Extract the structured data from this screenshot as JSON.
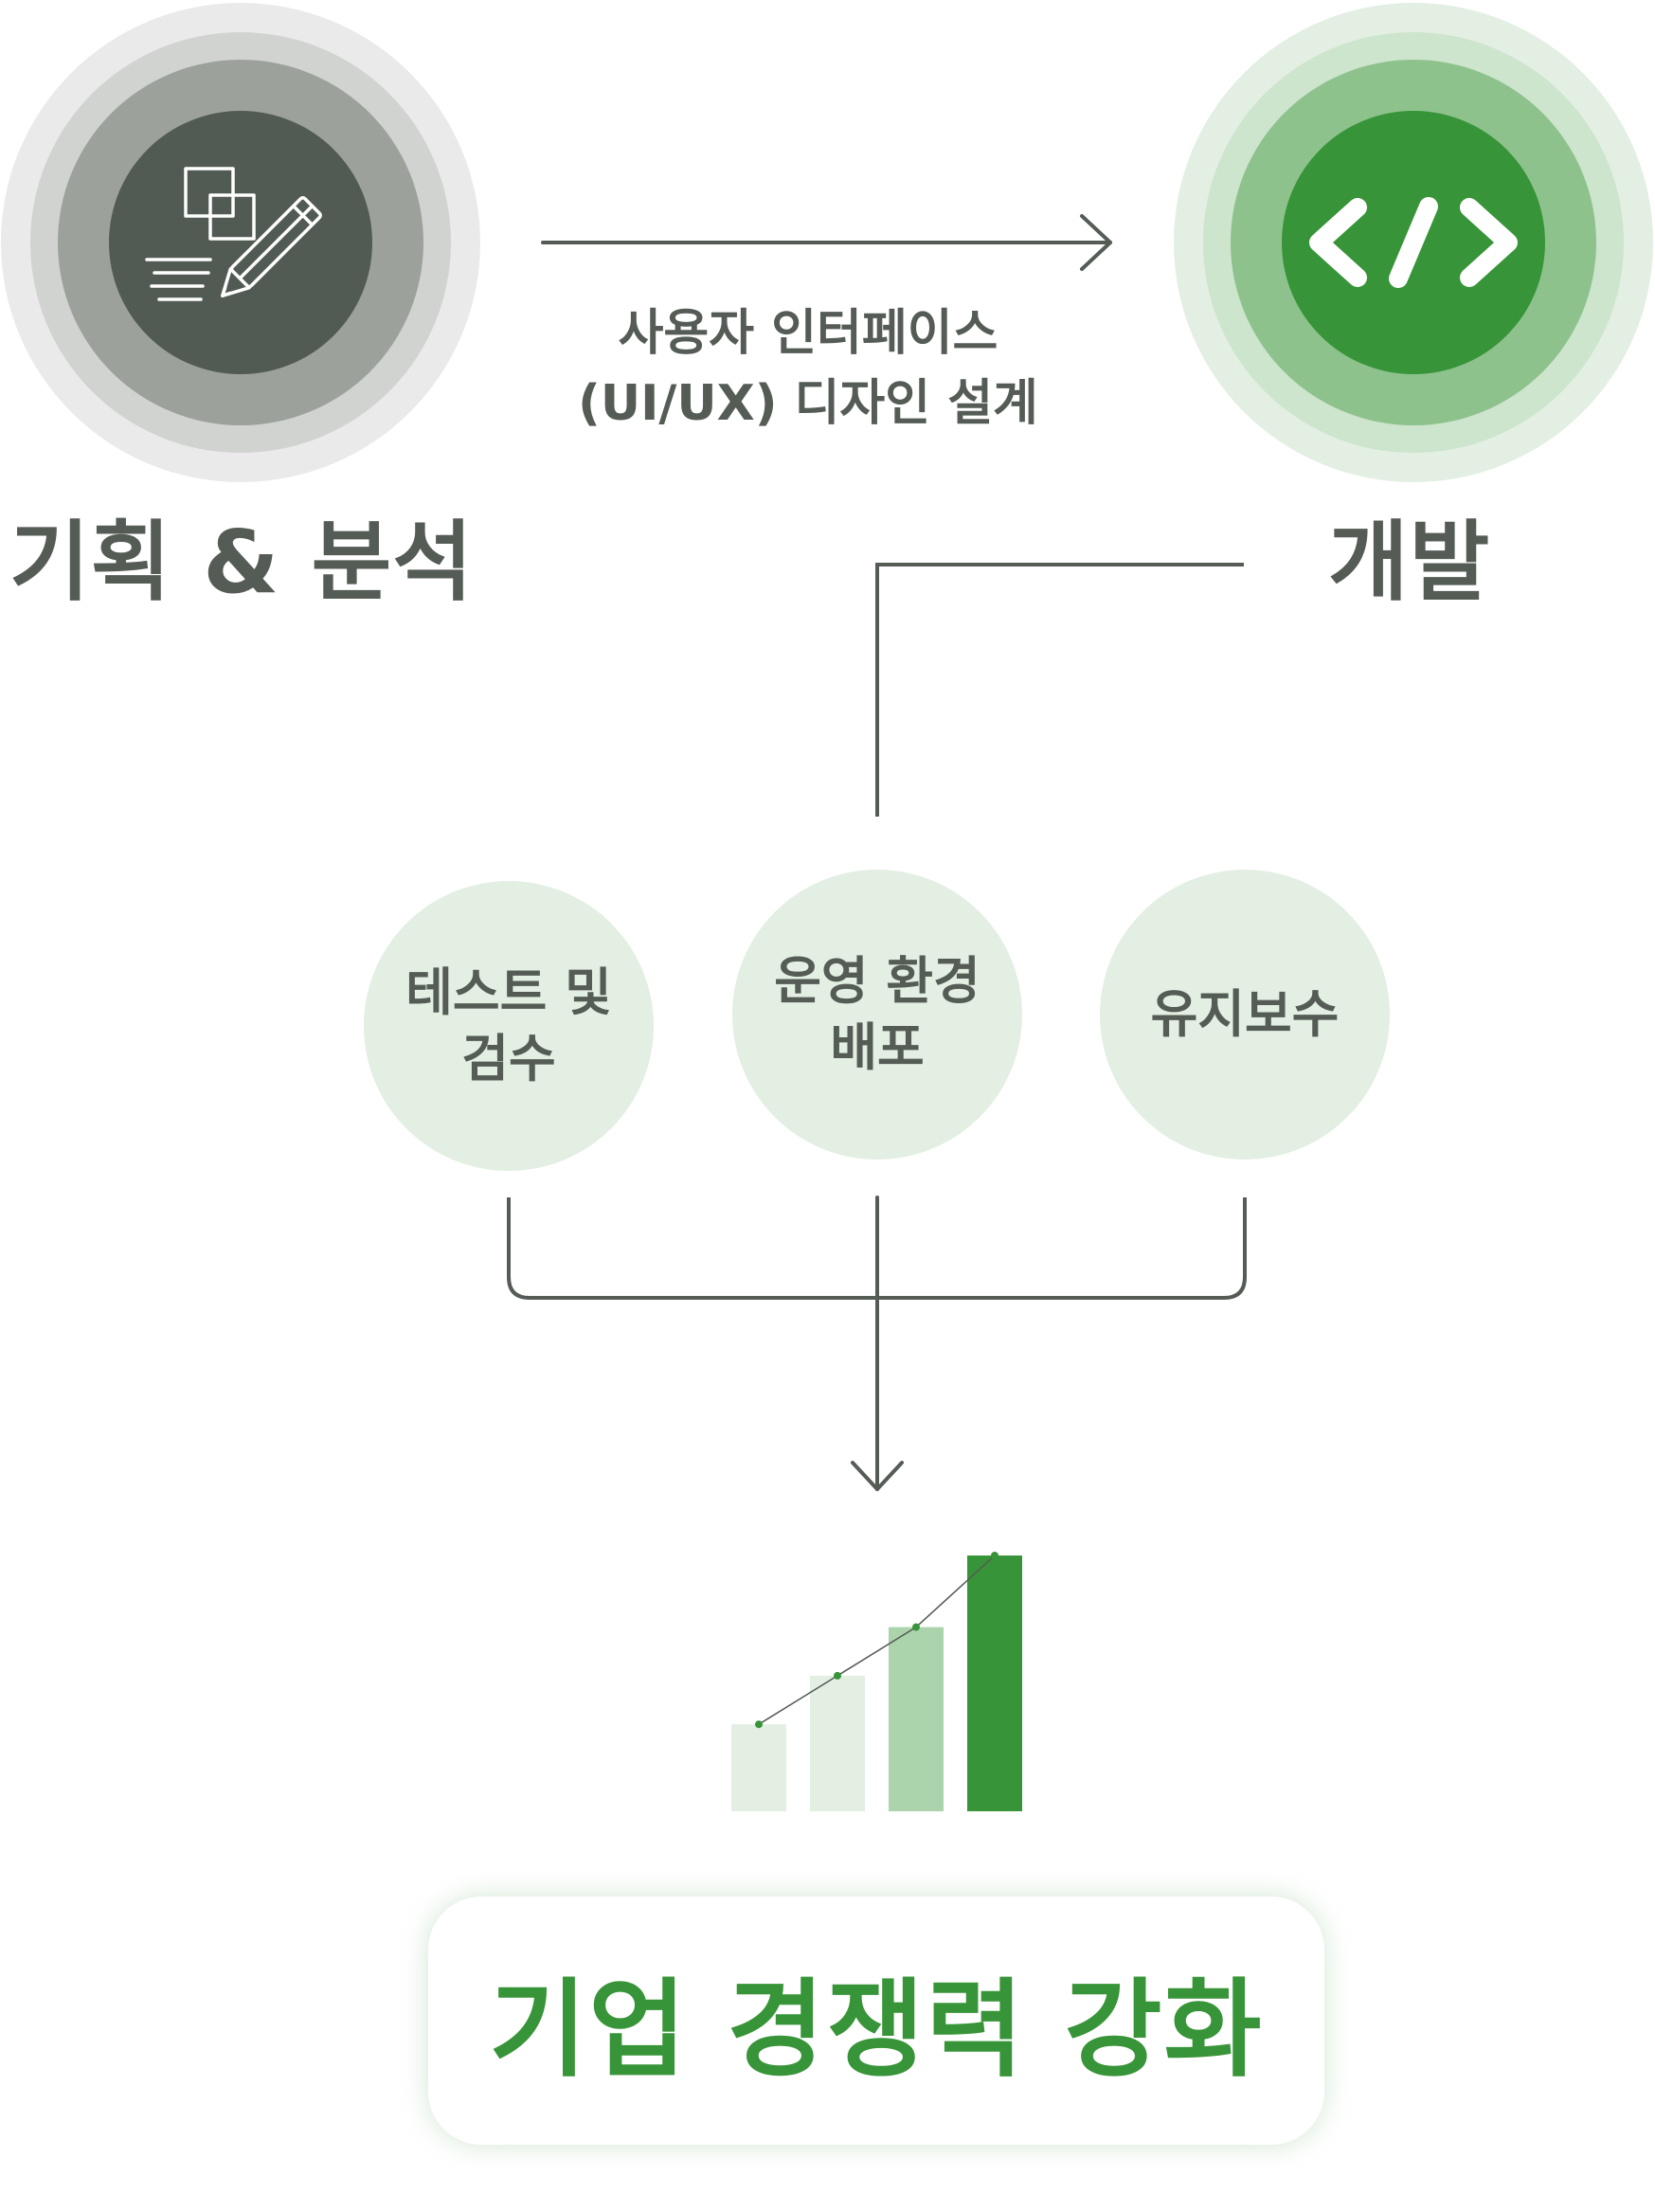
{
  "stages": {
    "planning": {
      "title": "기획 & 분석",
      "icon": "design-pencil-icon"
    },
    "development": {
      "title": "개발",
      "icon": "code-brackets-icon"
    }
  },
  "flow_label": {
    "line1": "사용자 인터페이스",
    "line2": "(UI/UX) 디자인 설계"
  },
  "sub_steps": [
    {
      "label": "테스트 및\n검수"
    },
    {
      "label": "운영 환경\n배포"
    },
    {
      "label": "유지보수"
    }
  ],
  "growth_chart": {
    "icon": "growth-bar-chart-icon",
    "bar_levels": [
      0.34,
      0.53,
      0.72,
      1.0
    ],
    "bar_colors": [
      "#e2efe2",
      "#e2efe2",
      "#acd4ac",
      "#389438"
    ]
  },
  "result": {
    "text": "기업 경쟁력 강화"
  },
  "colors": {
    "dark_gray": "#555c56",
    "brand_green": "#389438",
    "light_green": "#e2efe2",
    "mid_green": "#acd4ac"
  }
}
